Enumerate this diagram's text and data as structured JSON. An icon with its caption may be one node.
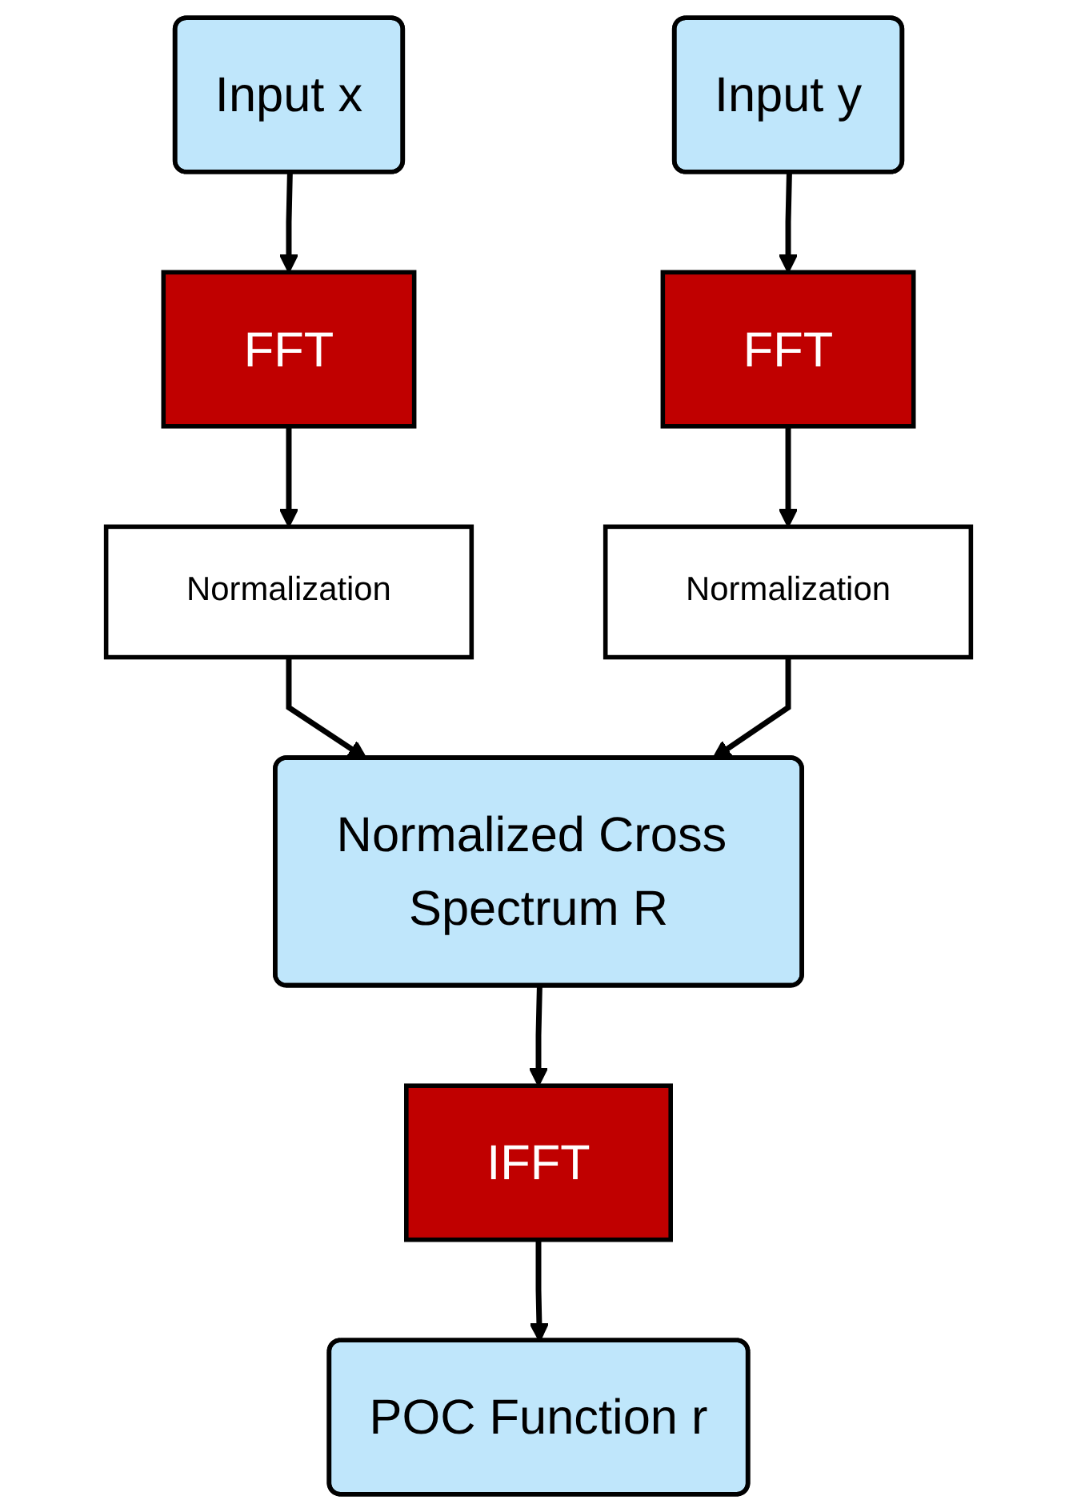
{
  "diagram": {
    "nodes": [
      {
        "text": [
          "Input x"
        ]
      },
      {
        "text": [
          "Input y"
        ]
      },
      {
        "text": [
          "FFT"
        ]
      },
      {
        "text": [
          "FFT"
        ]
      },
      {
        "text": [
          "Normalization"
        ]
      },
      {
        "text": [
          "Normalization"
        ]
      },
      {
        "text": [
          "Normalized Cross Spectrum R"
        ]
      },
      {
        "text": [
          "IFFT"
        ]
      },
      {
        "text": [
          "POC Function r"
        ]
      }
    ],
    "edges": [
      {
        "from": 0,
        "to": 2,
        "arrow": "to"
      },
      {
        "from": 1,
        "to": 3,
        "arrow": "to"
      },
      {
        "from": 2,
        "to": 4,
        "arrow": "to"
      },
      {
        "from": 3,
        "to": 5,
        "arrow": "to"
      },
      {
        "from": 4,
        "to": 6,
        "arrow": "to"
      },
      {
        "from": 5,
        "to": 6,
        "arrow": "to"
      },
      {
        "from": 6,
        "to": 7,
        "arrow": "to"
      },
      {
        "from": 7,
        "to": 8,
        "arrow": "to"
      }
    ]
  }
}
